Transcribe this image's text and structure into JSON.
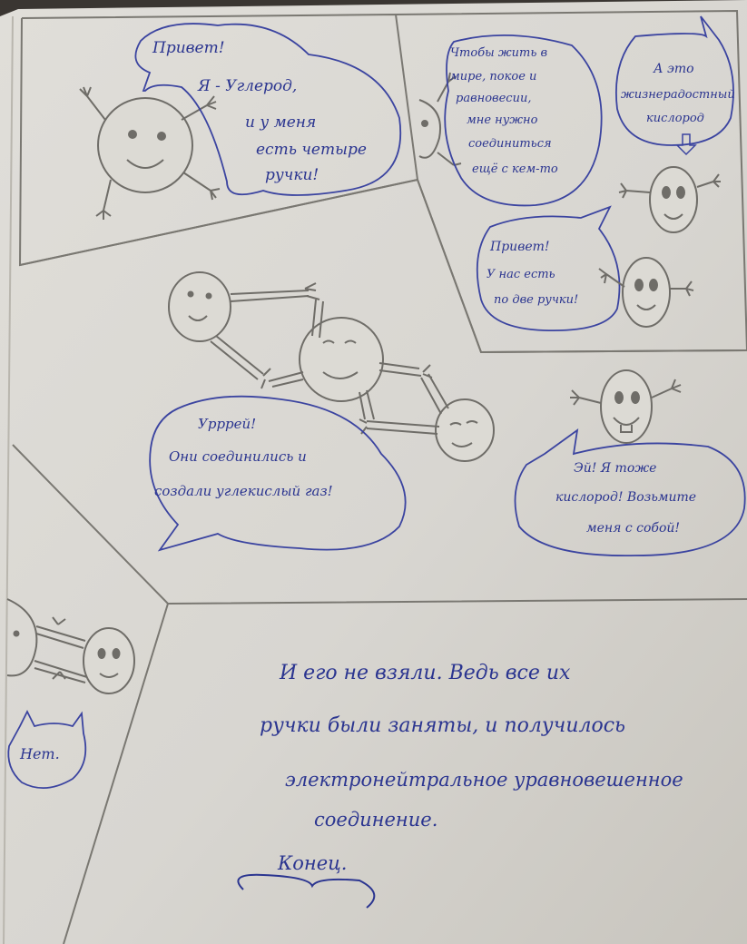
{
  "comic": {
    "panel1": {
      "bubble_line1": "Привет!",
      "bubble_line2": "Я - Углерод,",
      "bubble_line3": "и у меня",
      "bubble_line4": "есть четыре",
      "bubble_line5": "ручки!"
    },
    "panel2": {
      "bubble_a_line1": "Чтобы жить в",
      "bubble_a_line2": "мире, покое и",
      "bubble_a_line3": "равновесии,",
      "bubble_a_line4": "мне нужно",
      "bubble_a_line5": "соединиться",
      "bubble_a_line6": "ещё с кем-то",
      "bubble_b_line1": "А это",
      "bubble_b_line2": "жизнерадостный",
      "bubble_b_line3": "кислород",
      "bubble_c_line1": "Привет!",
      "bubble_c_line2": "У нас есть",
      "bubble_c_line3": "по две ручки!"
    },
    "panel3": {
      "bubble_a_line1": "Урррей!",
      "bubble_a_line2": "Они соединились и",
      "bubble_a_line3": "создали углекислый газ!",
      "bubble_b_line1": "Эй! Я тоже",
      "bubble_b_line2": "кислород! Возьмите",
      "bubble_b_line3": "меня с собой!"
    },
    "panel4": {
      "bubble": "Нет."
    },
    "panel5": {
      "line1": "И его не взяли. Ведь все их",
      "line2": "ручки были заняты, и получилось",
      "line3": "электронейтральное уравновешенное",
      "line4": "соединение.",
      "end": "Конец."
    }
  },
  "colors": {
    "paper": "#dcdad5",
    "paper_shadow": "#c9c6bf",
    "pencil": "#7a7872",
    "ink": "#2b3590",
    "background": "#3a3632"
  }
}
